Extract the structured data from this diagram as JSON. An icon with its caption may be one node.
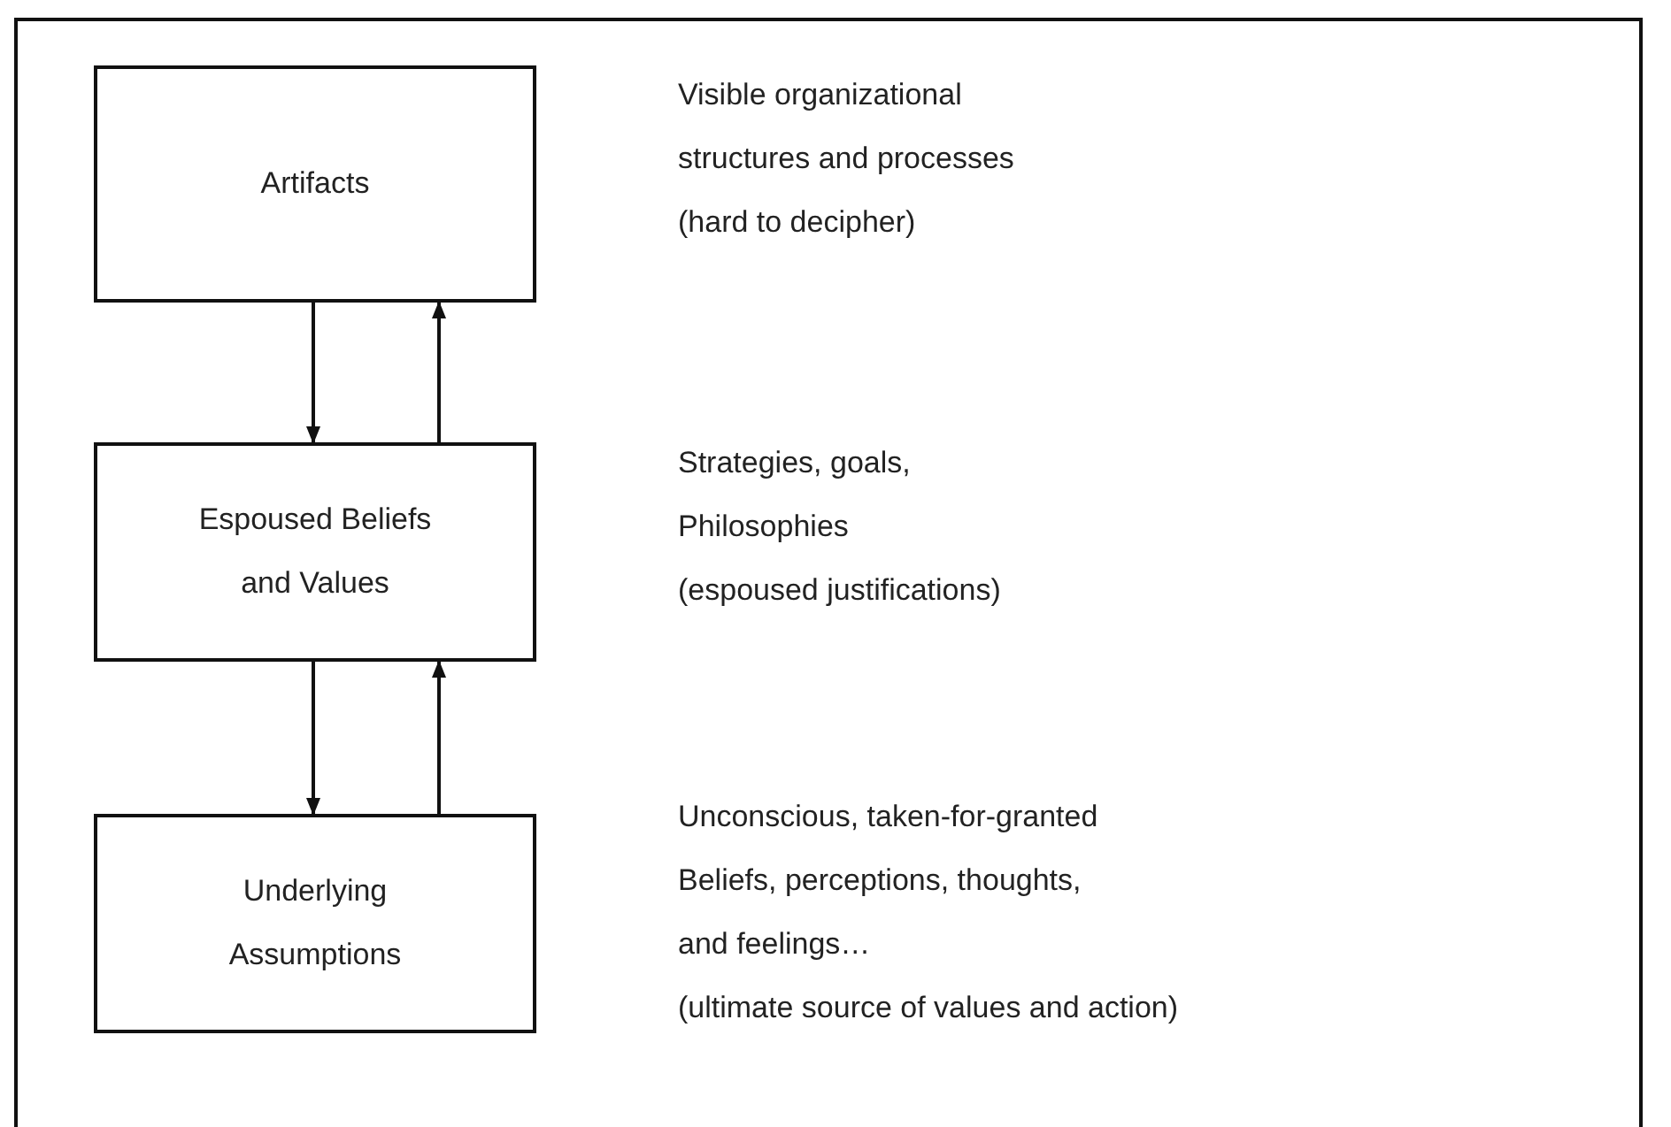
{
  "diagram": {
    "nodes": [
      {
        "text": [
          "Artifacts"
        ],
        "beside": [
          "Visible organizational",
          "structures and processes",
          "(hard to decipher)"
        ]
      },
      {
        "text": [
          "Espoused Beliefs and Values"
        ],
        "beside": [
          "Strategies, goals,",
          "Philosophies",
          "(espoused justifications)"
        ]
      },
      {
        "text": [
          "Underlying Assumptions"
        ],
        "beside": [
          "Unconscious, taken-for-granted",
          "Beliefs, perceptions, thoughts,",
          "and feelings…",
          "(ultimate source of values and action)"
        ]
      }
    ],
    "edges": [
      {
        "from": 0,
        "to": 1,
        "arrow": "to"
      },
      {
        "from": 1,
        "to": 0,
        "arrow": "to"
      },
      {
        "from": 1,
        "to": 2,
        "arrow": "to"
      },
      {
        "from": 2,
        "to": 1,
        "arrow": "to"
      }
    ]
  }
}
